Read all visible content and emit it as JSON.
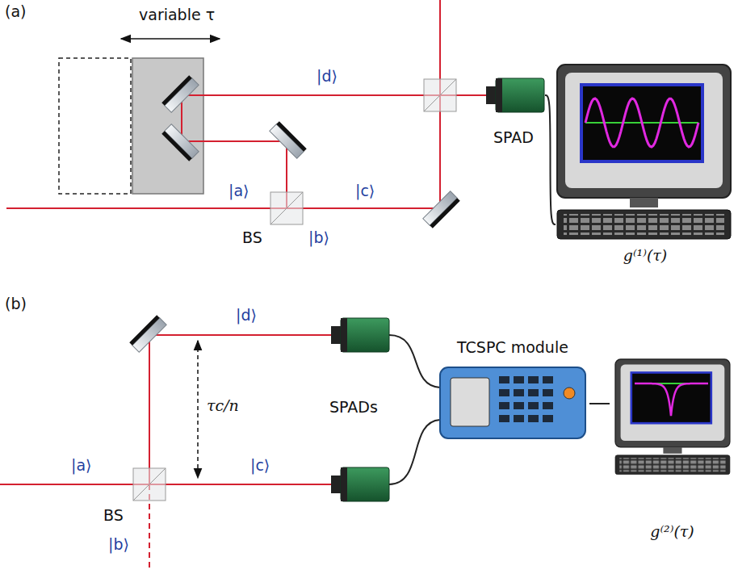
{
  "diagram": {
    "nodes": [
      {
        "text": [
          "SPAD"
        ]
      },
      {
        "text": [
          "g⁽¹⁾(τ)"
        ]
      },
      {
        "text": [
          "TCSPC module"
        ]
      },
      {
        "text": [
          "g⁽²⁾(τ)"
        ]
      }
    ],
    "edges": [
      {
        "from": 0,
        "to": 1,
        "arrow": "none"
      },
      {
        "from": 2,
        "to": 3,
        "arrow": "none"
      }
    ],
    "labels": [
      "(a)",
      "variable τ",
      "|a⟩",
      "|b⟩",
      "|c⟩",
      "|d⟩",
      "BS",
      "(b)",
      "τc/n",
      "|a⟩",
      "|b⟩",
      "|c⟩",
      "|d⟩",
      "BS",
      "SPADs"
    ]
  }
}
